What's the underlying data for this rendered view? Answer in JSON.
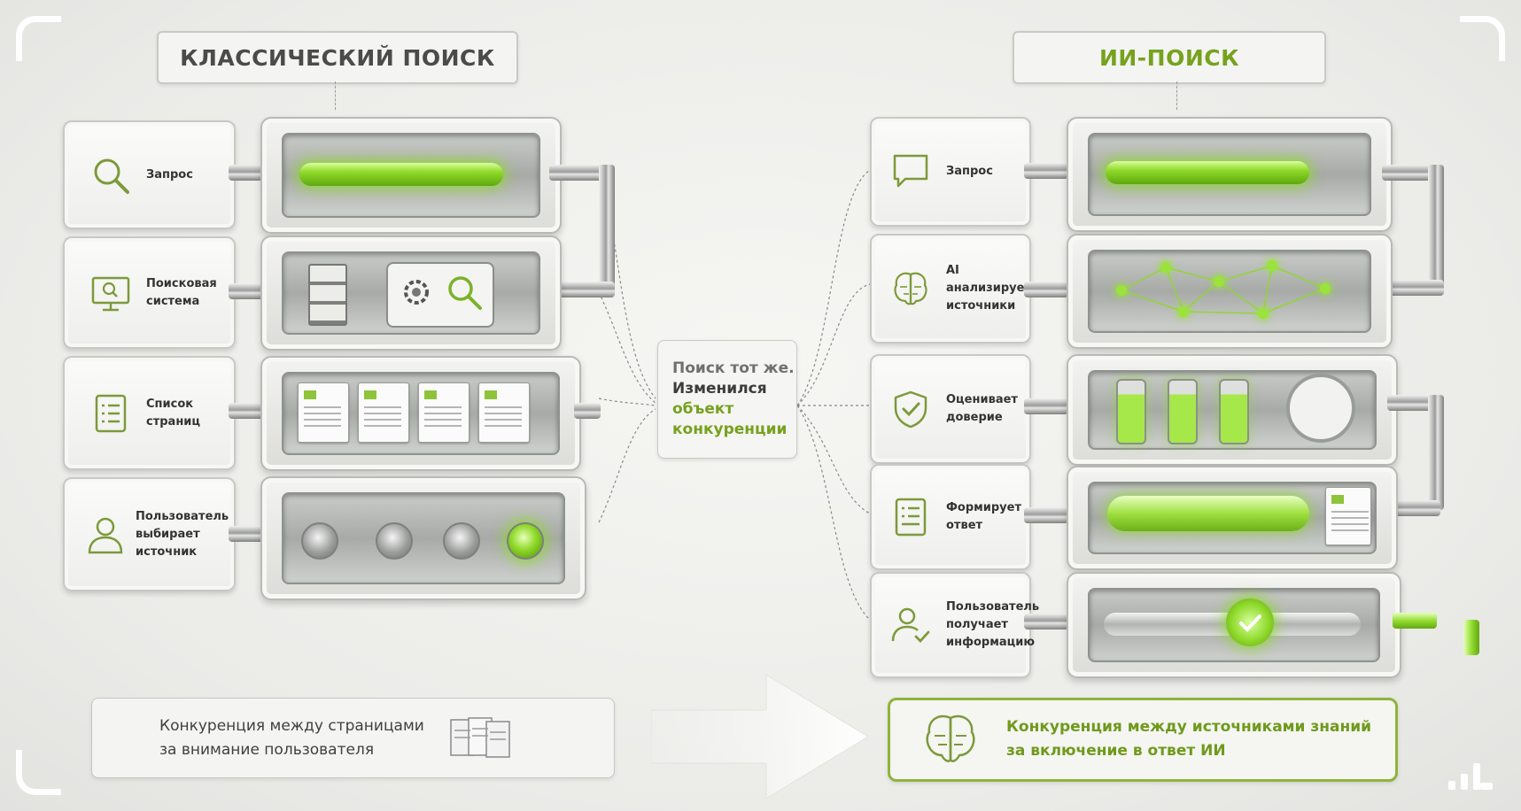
{
  "left": {
    "title": "КЛАССИЧЕСКИЙ ПОИСК",
    "steps": [
      {
        "label": "Запрос",
        "icon": "search-icon"
      },
      {
        "label": "Поисковая\nсистема",
        "icon": "monitor-search-icon"
      },
      {
        "label": "Список\nстраниц",
        "icon": "list-document-icon"
      },
      {
        "label": "Пользователь\nвыбирает\nисточник",
        "icon": "user-icon"
      }
    ],
    "summary": "Конкуренция между страницами\nза внимание пользователя"
  },
  "right": {
    "title": "ИИ-ПОИСК",
    "steps": [
      {
        "label": "Запрос",
        "icon": "chat-bubble-icon"
      },
      {
        "label": "AI анализирует\nисточники",
        "icon": "brain-icon"
      },
      {
        "label": "Оценивает\nдоверие",
        "icon": "shield-check-icon"
      },
      {
        "label": "Формирует\nответ",
        "icon": "answer-document-icon"
      },
      {
        "label": "Пользователь\nполучает\nинформацию",
        "icon": "user-check-icon"
      }
    ],
    "summary": "Конкуренция между источниками знаний\nза включение в ответ ИИ"
  },
  "center": {
    "line1": "Поиск тот же.",
    "line2": "Изменился",
    "line3": "объект\nконкуренции"
  },
  "colors": {
    "accent_green": "#76a21e",
    "glow_green": "#8fd92a",
    "icon_green": "#7c9a3a",
    "text_dark": "#3a3a3a"
  }
}
